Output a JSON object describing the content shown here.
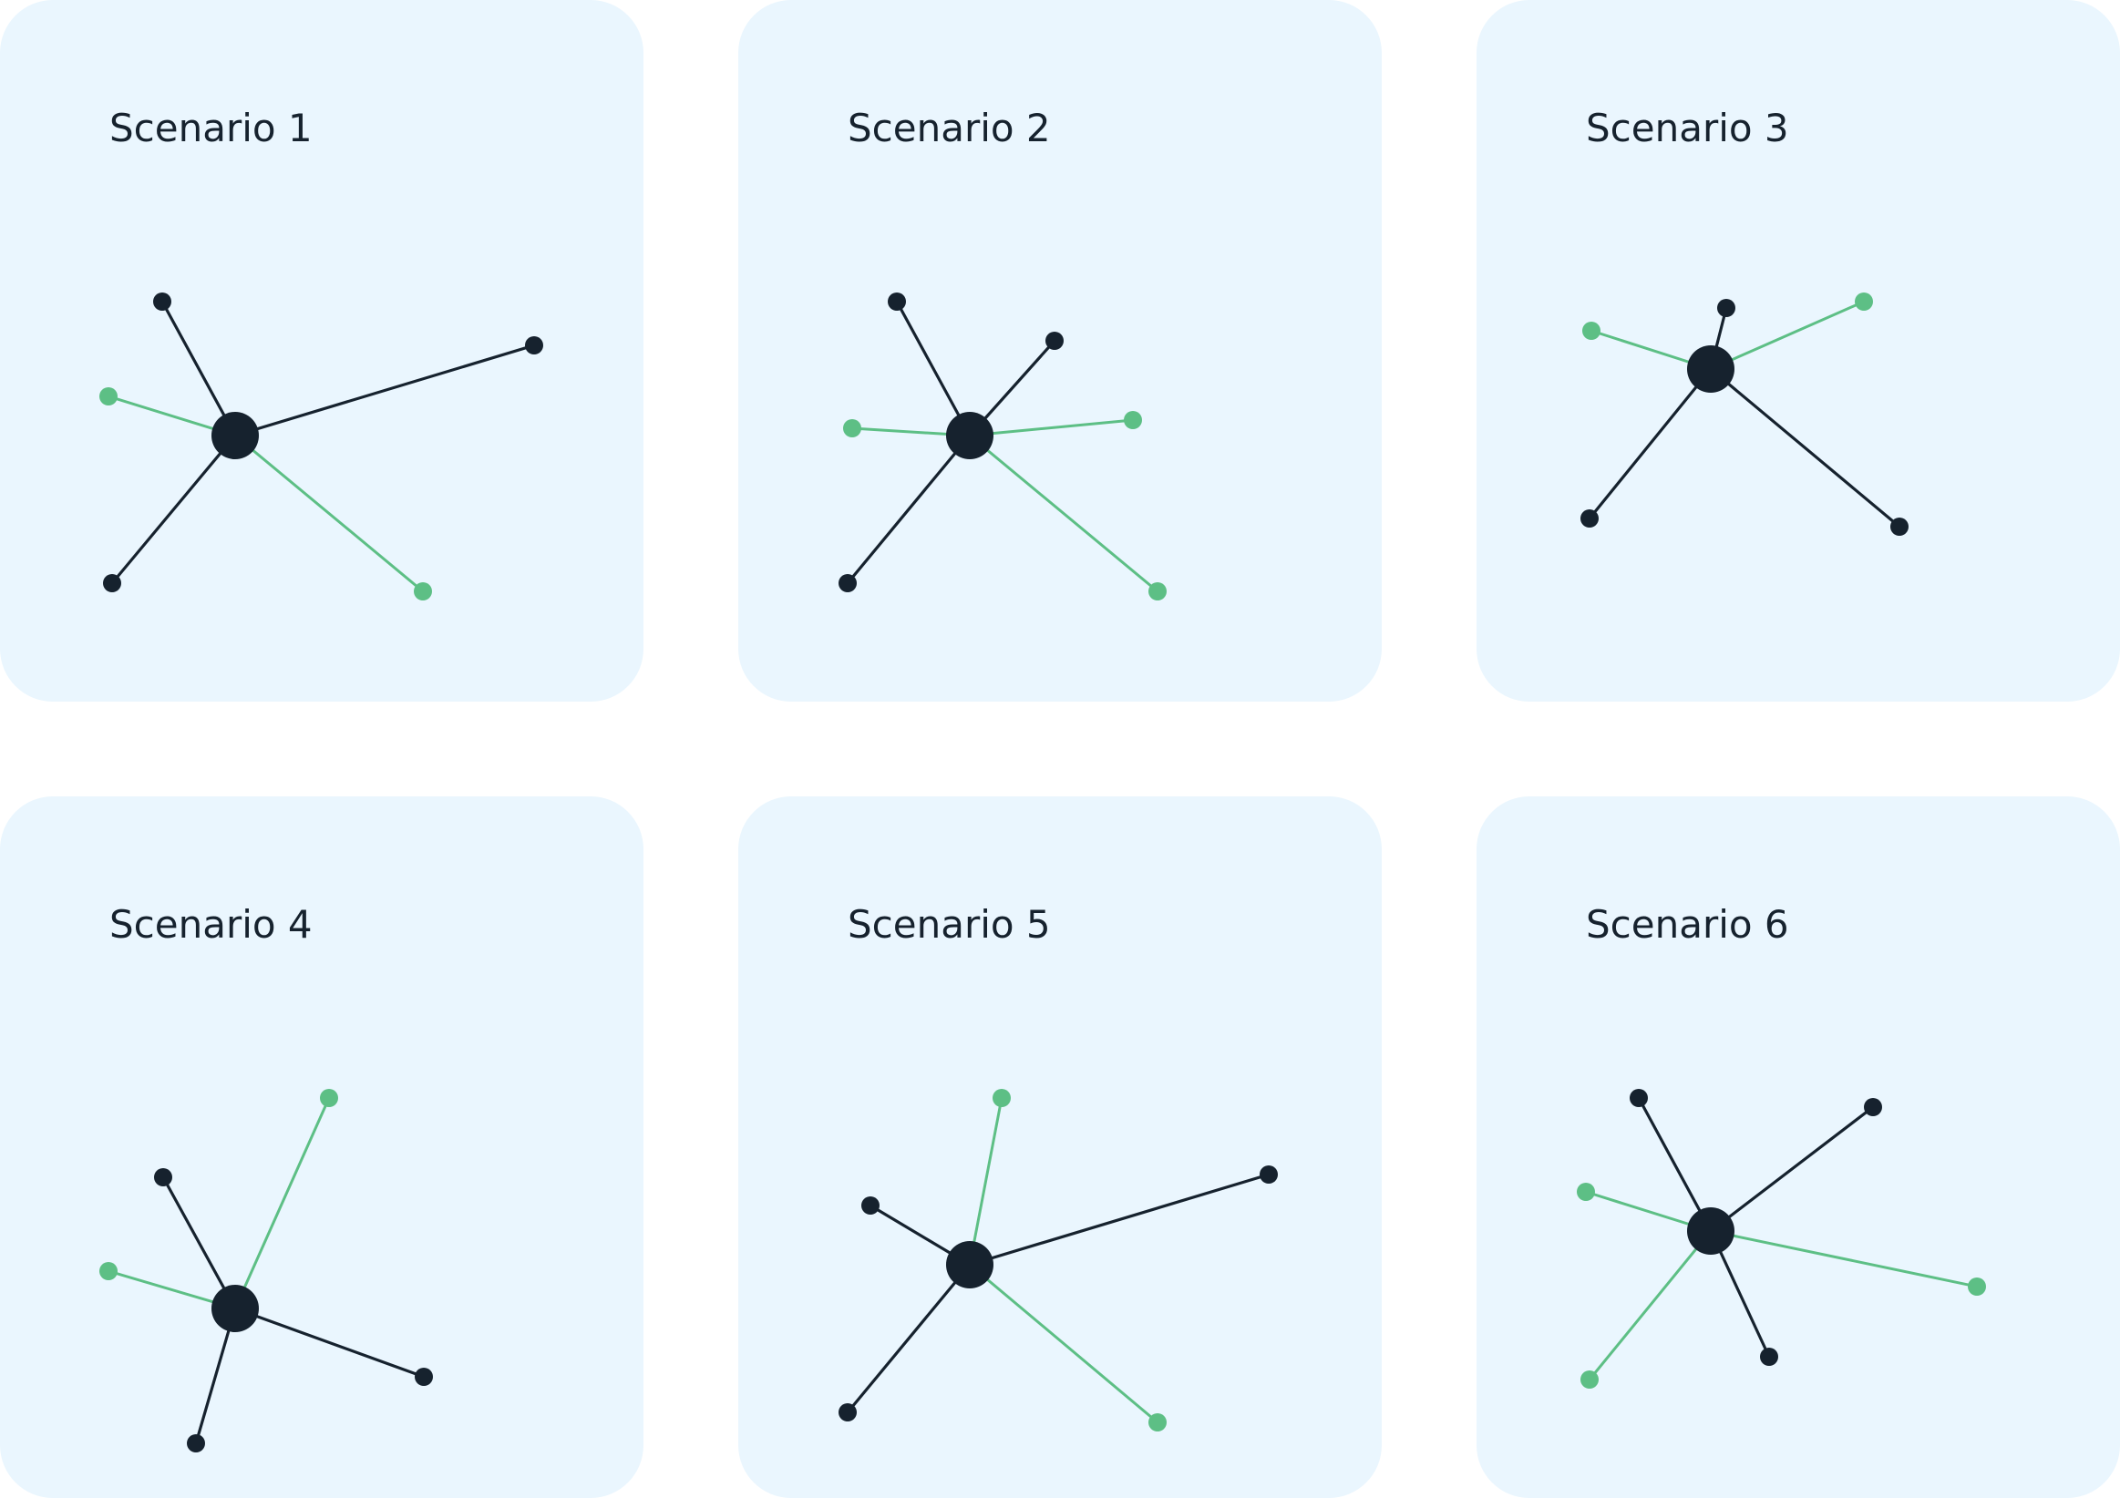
{
  "colors": {
    "panel_background": "#EAF6FE",
    "dark": "#16222E",
    "green": "#5DBF85"
  },
  "scenarios": [
    {
      "title": "Scenario 1",
      "hub": "dark",
      "spokes": [
        "dark",
        "dark",
        "green",
        "dark",
        "green"
      ]
    },
    {
      "title": "Scenario 2",
      "hub": "dark",
      "spokes": [
        "dark",
        "dark",
        "green",
        "green",
        "dark",
        "green"
      ]
    },
    {
      "title": "Scenario 3",
      "hub": "dark",
      "spokes": [
        "green",
        "dark",
        "green",
        "dark",
        "dark"
      ]
    },
    {
      "title": "Scenario 4",
      "hub": "dark",
      "spokes": [
        "green",
        "dark",
        "green",
        "dark",
        "dark"
      ]
    },
    {
      "title": "Scenario 5",
      "hub": "dark",
      "spokes": [
        "green",
        "dark",
        "dark",
        "dark",
        "green"
      ]
    },
    {
      "title": "Scenario 6",
      "hub": "dark",
      "spokes": [
        "dark",
        "dark",
        "green",
        "green",
        "dark",
        "green"
      ]
    }
  ]
}
